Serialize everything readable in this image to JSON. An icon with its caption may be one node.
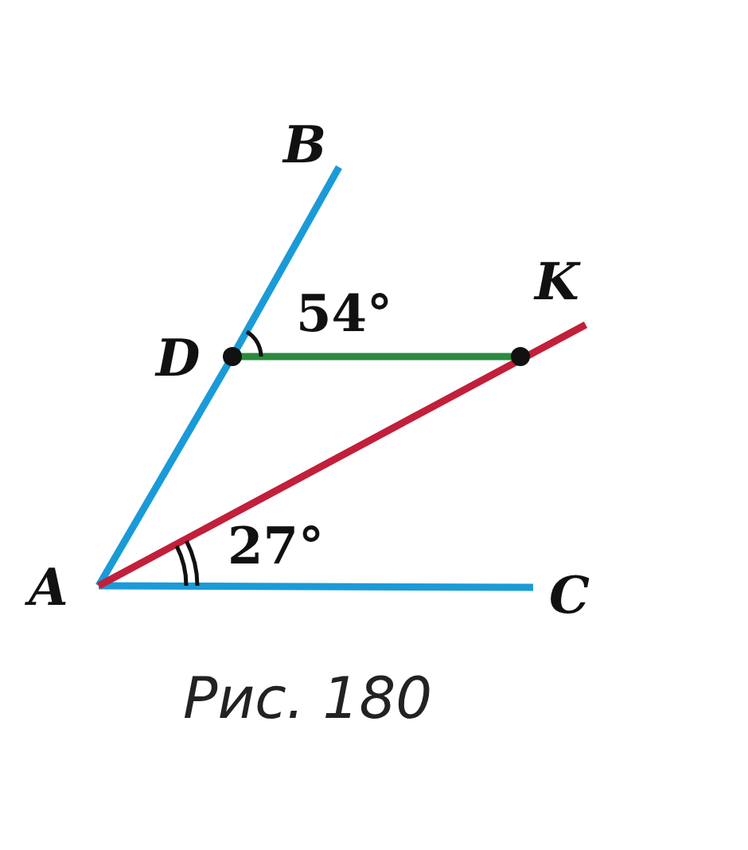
{
  "diagram": {
    "caption": "Рис. 180",
    "nodes": [
      {
        "text": [
          "A"
        ]
      },
      {
        "text": [
          "B"
        ]
      },
      {
        "text": [
          "C"
        ]
      },
      {
        "text": [
          "D"
        ]
      },
      {
        "text": [
          "K"
        ]
      }
    ],
    "edges": [
      {
        "from": 0,
        "to": 3,
        "arrow": "none"
      },
      {
        "from": 3,
        "to": 1,
        "arrow": "none"
      },
      {
        "from": 0,
        "to": 2,
        "arrow": "none"
      },
      {
        "from": 0,
        "to": 4,
        "arrow": "none",
        "color": "#c21f3a"
      },
      {
        "from": 3,
        "to": 4,
        "arrow": "none",
        "color": "#2b8a3e"
      }
    ],
    "labels": [
      "54°",
      "27°"
    ]
  }
}
